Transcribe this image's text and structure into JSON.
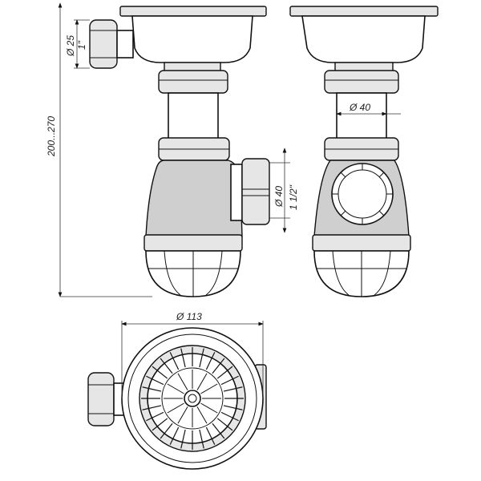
{
  "dimensions": {
    "overflow_diameter": "Ø 25",
    "overflow_thread": "1\"",
    "height_range": "200...270",
    "outlet_diameter": "Ø 40",
    "outlet_thread": "1 1/2\"",
    "tube_diameter": "Ø 40",
    "strainer_diameter": "Ø 113"
  }
}
